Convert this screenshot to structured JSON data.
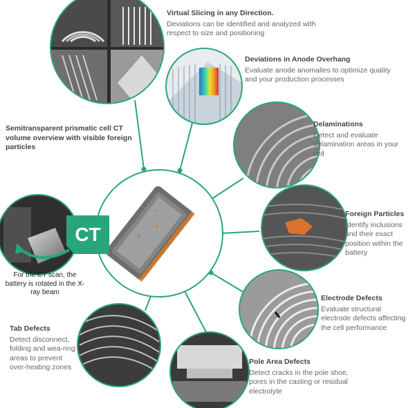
{
  "colors": {
    "accent": "#2aa57a",
    "line": "#2aa57a"
  },
  "center": {
    "caption": "Semitransparent prismatic cell CT volume overview with visible foreign particles"
  },
  "ct": {
    "badge": "CT",
    "caption": "For the CT scan, the battery is rotated in the X-ray beam"
  },
  "features": [
    {
      "title": "Virtual Slicing in any Direction.",
      "desc": "Deviations can be identified and analyzed with respect to size and positioning"
    },
    {
      "title": "Deviations in Anode Overhang",
      "desc": "Evaluate anode anomalies to optimize quality and your production processes"
    },
    {
      "title": "Delaminations",
      "desc": "Detect and evaluate delamination areas in your cell"
    },
    {
      "title": "Foreign Particles",
      "desc": "Identify inclusions and their exact position within the battery"
    },
    {
      "title": "Electrode Defects",
      "desc": "Evaluate structural electrode defects affecting the cell performance"
    },
    {
      "title": "Pole Area Defects",
      "desc": "Detect cracks in the pole shoe, pores in the casting or residual electrolyte"
    },
    {
      "title": "Tab Defects",
      "desc": "Detect disconnect, folding and wea-ring areas to prevent over-heating zones"
    }
  ]
}
